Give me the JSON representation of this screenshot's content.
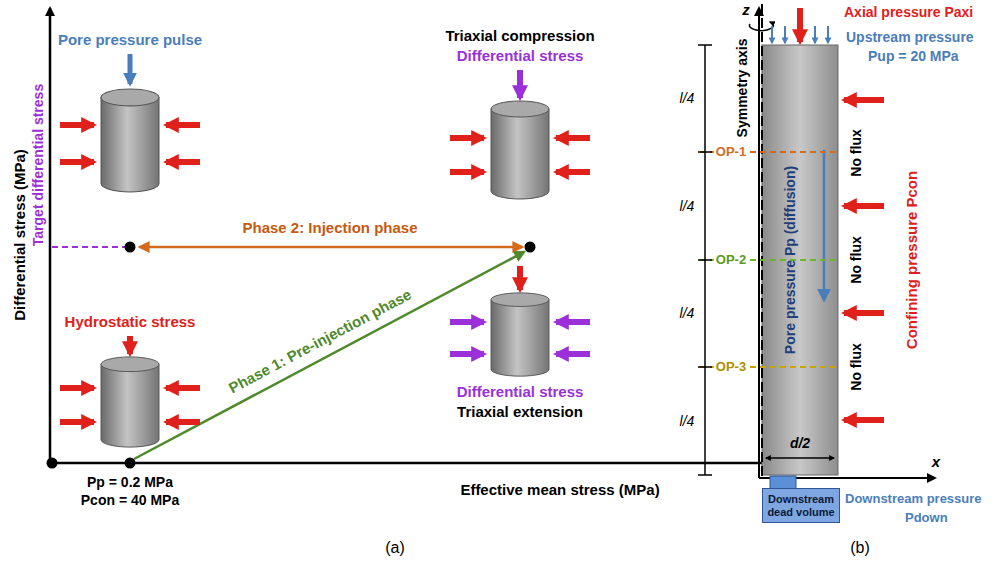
{
  "diagram": {
    "nodes": [
      {
        "text": [
          "Pore pressure Pp (diffusion)"
        ]
      },
      {
        "text": [
          "Downstream dead volume"
        ]
      }
    ],
    "labels": [
      "Differential stress (MPa)",
      "Target differential stress",
      "Pore pressure pulse",
      "Triaxial compression",
      "Differential stress",
      "Phase 2: Injection phase",
      "Hydrostatic stress",
      "Phase 1: Pre-injection phase",
      "Differential stress",
      "Triaxial extension",
      "Pp = 0.2 MPa",
      "Pcon = 40 MPa",
      "Effective mean stress (MPa)",
      "(a)",
      "z",
      "Axial pressure Paxi",
      "Symmetry axis",
      "Upstream pressure",
      "Pup = 20 MPa",
      "l/4",
      "l/4",
      "l/4",
      "l/4",
      "OP-1",
      "OP-2",
      "OP-3",
      "No flux",
      "No flux",
      "No flux",
      "Confining pressure Pcon",
      "d/2",
      "x",
      "Downstream pressure",
      "Pdown",
      "(b)"
    ]
  }
}
